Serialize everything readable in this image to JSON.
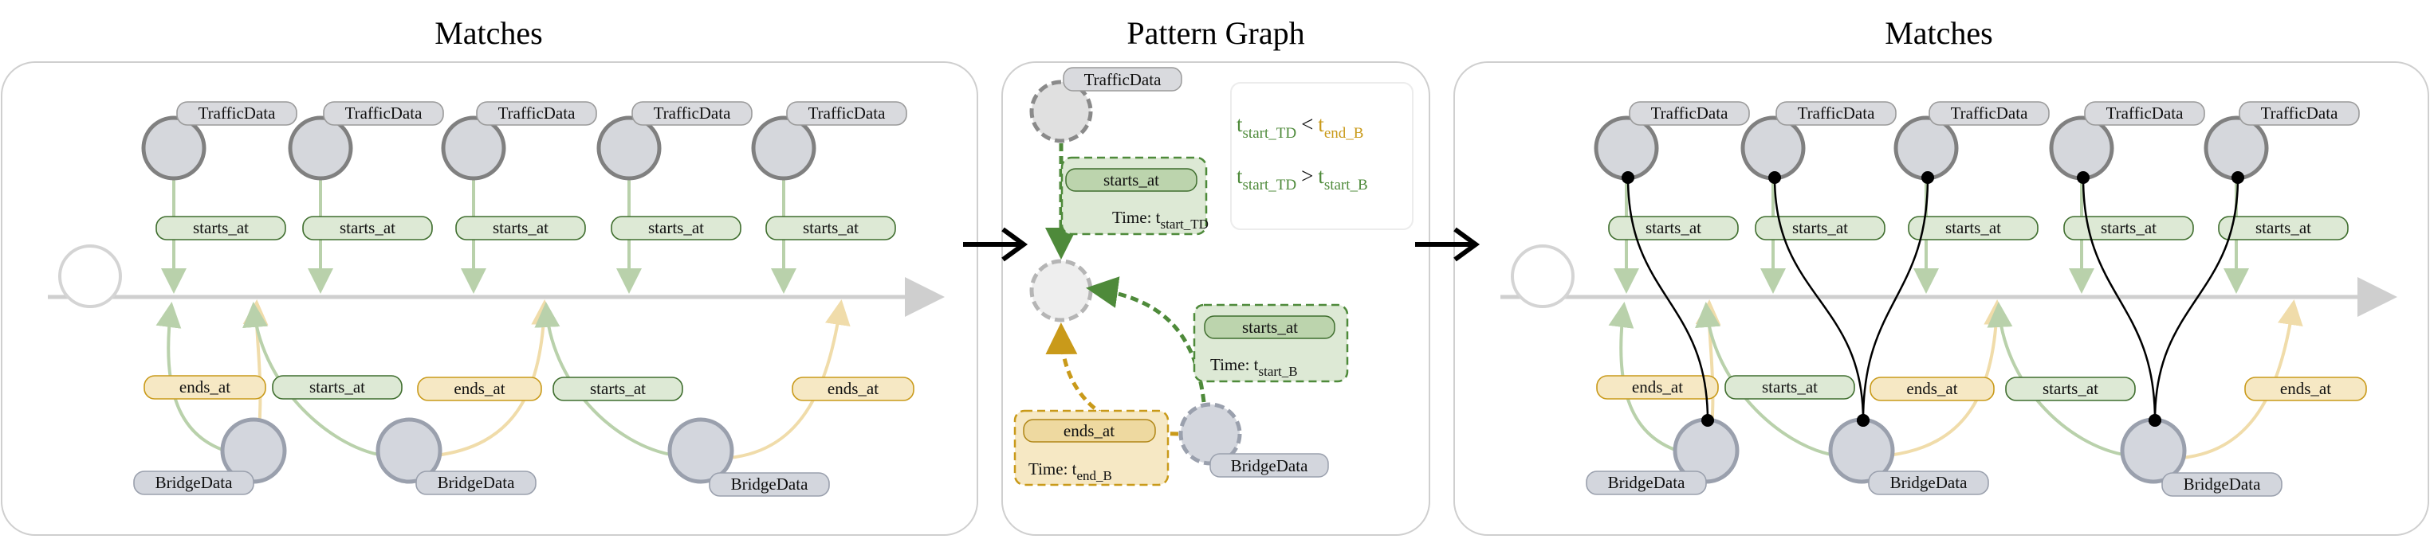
{
  "titles": {
    "left": "Matches",
    "middle": "Pattern Graph",
    "right": "Matches"
  },
  "labels": {
    "traffic": "TrafficData",
    "bridge": "BridgeData",
    "starts_at": "starts_at",
    "ends_at": "ends_at"
  },
  "pattern": {
    "time_start_prefix": "Time: t",
    "time_start_sub": "start_TD",
    "time_start_b_prefix": "Time: t",
    "time_start_b_sub": "start_B",
    "time_end_prefix": "Time: t",
    "time_end_sub": "end_B"
  },
  "constraints": {
    "c1_t": "t",
    "c1_sub_a": "start_TD",
    "c1_op": "<",
    "c1_t2": "t",
    "c1_sub_b": "end_B",
    "c2_t": "t",
    "c2_sub_a": "start_TD",
    "c2_op": ">",
    "c2_t2": "t",
    "c2_sub_b": "start_B"
  },
  "colors": {
    "green": "#4e8a3a",
    "green_fill": "#dde9d5",
    "green_dark_fill": "#bcd4ad",
    "yellow": "#c99a1a",
    "yellow_fill": "#f6e8c4",
    "yellow_dark_fill": "#eed9a0",
    "node_fill": "#d5d7dc",
    "node_stroke": "#808080",
    "bridge_fill": "#d3d6dd",
    "bridge_stroke": "#9aa0ad",
    "label_fill": "#d9dade",
    "timeline": "#cfcfcf"
  }
}
